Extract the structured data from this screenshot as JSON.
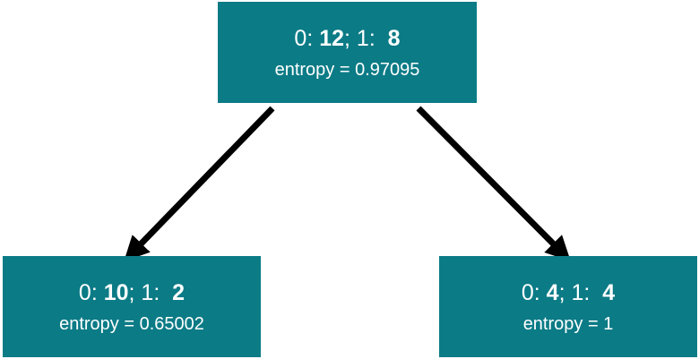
{
  "root": {
    "class0_prefix": "0: ",
    "class0_count": "12",
    "class1_prefix": "; 1:  ",
    "class1_count": "8",
    "entropy": "entropy = 0.97095"
  },
  "left_child": {
    "class0_prefix": "0: ",
    "class0_count": "10",
    "class1_prefix": "; 1:  ",
    "class1_count": "2",
    "entropy": "entropy = 0.65002"
  },
  "right_child": {
    "class0_prefix": "0: ",
    "class0_count": "4",
    "class1_prefix": "; 1:  ",
    "class1_count": "4",
    "entropy": "entropy = 1"
  },
  "colors": {
    "node_fill": "#0b7b86",
    "node_text": "#ffffff",
    "edge": "#000000"
  }
}
